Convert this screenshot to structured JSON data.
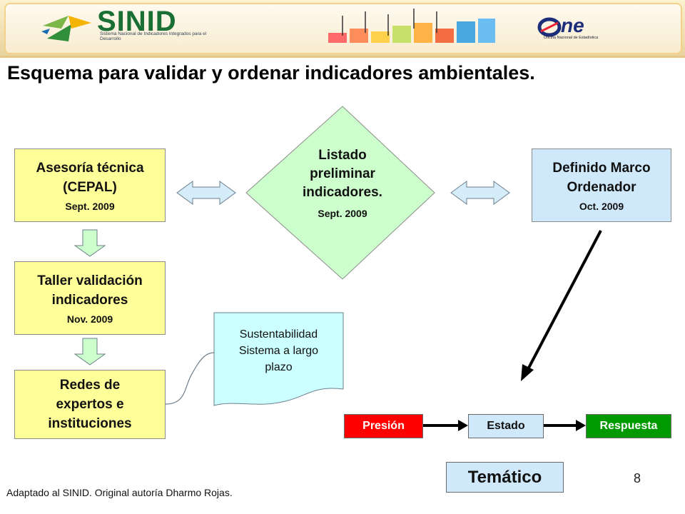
{
  "header": {
    "sinid_logo_text": "SINID",
    "sinid_subtitle": "Sistema Nacional de Indicadores Integrados para el Desarrollo",
    "one_logo_text": "ne",
    "one_subtitle": "Oficina Nacional de Estadística"
  },
  "slide": {
    "title": "Esquema para validar y ordenar indicadores ambientales.",
    "page_number": "8",
    "footer": "Adaptado al SINID. Original autoría Dharmo Rojas."
  },
  "nodes": {
    "asesoria": {
      "label_1": "Asesoría técnica",
      "label_2": "(CEPAL)",
      "date": "Sept. 2009"
    },
    "taller": {
      "label_1": "Taller validación",
      "label_2": "indicadores",
      "date": "Nov. 2009"
    },
    "redes": {
      "label_1": "Redes de",
      "label_2": "expertos e",
      "label_3": "instituciones"
    },
    "listado": {
      "label_1": "Listado",
      "label_2": "preliminar",
      "label_3": "indicadores.",
      "date": "Sept. 2009"
    },
    "marco": {
      "label_1": "Definido Marco",
      "label_2": "Ordenador",
      "date": "Oct. 2009"
    },
    "nota": {
      "line_1": "Sustentabilidad",
      "line_2": "Sistema a largo",
      "line_3": "plazo"
    },
    "presion": {
      "label": "Presión",
      "color": "#ff0000"
    },
    "estado": {
      "label": "Estado",
      "color": "#cfe9fb"
    },
    "respuesta": {
      "label": "Respuesta",
      "color": "#009900"
    },
    "tematico": {
      "label": "Temático"
    }
  }
}
